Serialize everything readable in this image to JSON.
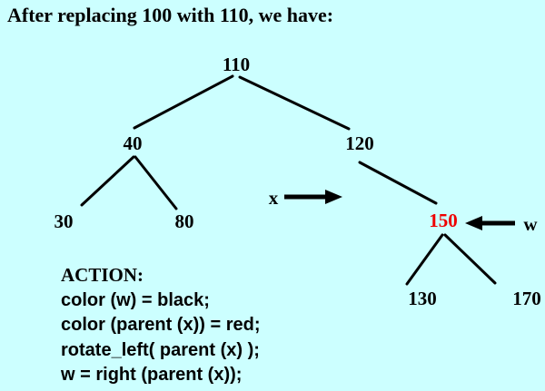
{
  "title": "After replacing 100 with 110, we have:",
  "colors": {
    "background": "#ccffff",
    "text": "#000000",
    "highlight_node": "#ee0000"
  },
  "tree": {
    "nodes": {
      "root": {
        "label": "110",
        "color": "black"
      },
      "left": {
        "label": "40",
        "color": "black"
      },
      "right": {
        "label": "120",
        "color": "black"
      },
      "left_left": {
        "label": "30",
        "color": "black"
      },
      "left_right": {
        "label": "80",
        "color": "black"
      },
      "right_right": {
        "label": "150",
        "color": "red"
      },
      "rr_left": {
        "label": "130",
        "color": "black"
      },
      "rr_right": {
        "label": "170",
        "color": "black"
      }
    }
  },
  "pointers": {
    "x_label": "x",
    "w_label": "w"
  },
  "action": {
    "heading": "ACTION:",
    "lines": [
      "color (w) = black;",
      "color (parent (x)) = red;",
      "rotate_left( parent (x) );",
      "w = right (parent (x));"
    ]
  }
}
